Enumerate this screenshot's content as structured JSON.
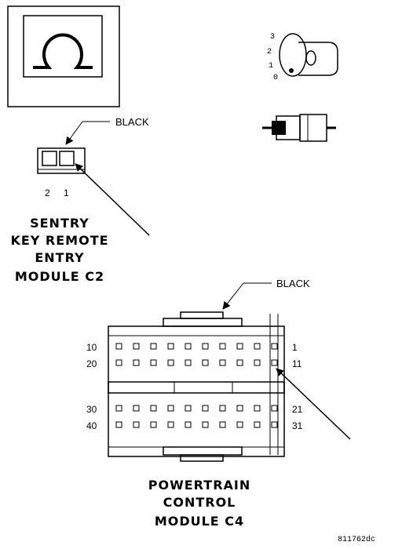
{
  "inset_icon": "omega-icon",
  "key_switch": {
    "positions": [
      "3",
      "2",
      "1",
      "0"
    ]
  },
  "connector_c2": {
    "color_label": "BLACK",
    "pin_labels": [
      "2",
      "1"
    ],
    "title_lines": [
      "SENTRY",
      "KEY REMOTE",
      "ENTRY",
      "MODULE C2"
    ]
  },
  "connector_c4": {
    "color_label": "BLACK",
    "row_labels_left": [
      "10",
      "20",
      "30",
      "40"
    ],
    "row_labels_right": [
      "1",
      "11",
      "21",
      "31"
    ],
    "title_lines": [
      "POWERTRAIN",
      "CONTROL",
      "MODULE C4"
    ]
  },
  "figure_code": "811762dc"
}
